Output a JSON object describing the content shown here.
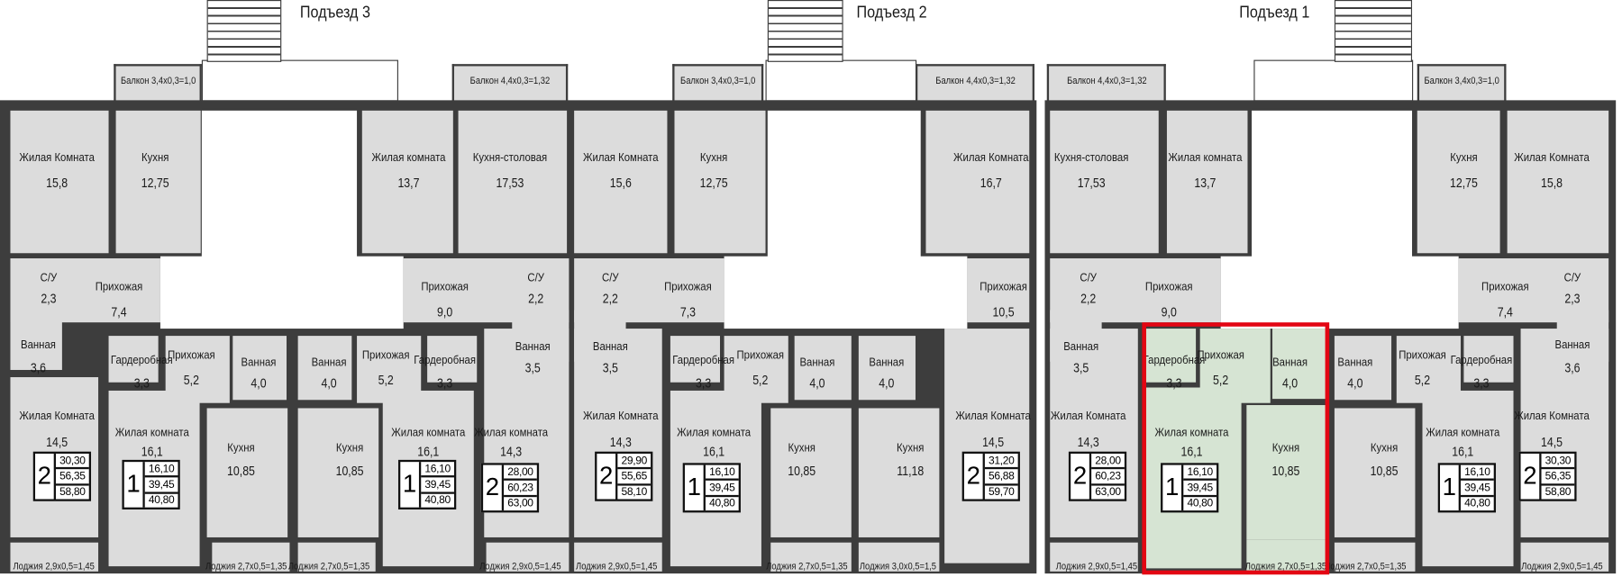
{
  "entrances": [
    "Подъезд 3",
    "Подъезд 2",
    "Подъезд 1"
  ],
  "balconies": [
    "Балкон 3,4x0,3=1,0",
    "Балкон 4,4x0,3=1,32",
    "Балкон 3,4x0,3=1,0",
    "Балкон 4,4x0,3=1,32",
    "Балкон 4,4x0,3=1,32",
    "Балкон 3,4x0,3=1,0"
  ],
  "colors": {
    "walls": "#3d3d3d",
    "room": "#dcdcdc",
    "selected_room": "#d6e4d3",
    "selection_border": "#e30613"
  },
  "selected_apartment": 8,
  "apartments": [
    {
      "rooms": [
        {
          "name": "Жилая Комната",
          "area": "15,8"
        },
        {
          "name": "Кухня",
          "area": "12,75"
        },
        {
          "name": "С/У",
          "area": "2,3"
        },
        {
          "name": "Прихожая",
          "area": "7,4"
        },
        {
          "name": "Ванная",
          "area": "3,6"
        },
        {
          "name": "Жилая Комната",
          "area": "14,5"
        }
      ],
      "badge": {
        "rooms": "2",
        "values": [
          "30,30",
          "56,35",
          "58,80"
        ]
      },
      "loggia": "Лоджия 2,9x0,5=1,45"
    },
    {
      "rooms": [
        {
          "name": "Гардеробная",
          "area": "3,3"
        },
        {
          "name": "Прихожая",
          "area": "5,2"
        },
        {
          "name": "Ванная",
          "area": "4,0"
        },
        {
          "name": "Жилая комната",
          "area": "16,1"
        },
        {
          "name": "Кухня",
          "area": "10,85"
        }
      ],
      "badge": {
        "rooms": "1",
        "values": [
          "16,10",
          "39,45",
          "40,80"
        ]
      },
      "loggia": "Лоджия 2,7x0,5=1,35"
    },
    {
      "rooms": [
        {
          "name": "Ванная",
          "area": "4,0"
        },
        {
          "name": "Кухня",
          "area": "10,85"
        },
        {
          "name": "Прихожая",
          "area": "5,2"
        },
        {
          "name": "Гардеробная",
          "area": "3,3"
        },
        {
          "name": "Жилая комната",
          "area": "16,1"
        }
      ],
      "badge": {
        "rooms": "1",
        "values": [
          "16,10",
          "39,45",
          "40,80"
        ]
      },
      "loggia": "Лоджия 2,7x0,5=1,35"
    },
    {
      "rooms": [
        {
          "name": "Жилая комната",
          "area": "13,7"
        },
        {
          "name": "Кухня-столовая",
          "area": "17,53"
        },
        {
          "name": "Прихожая",
          "area": "9,0"
        },
        {
          "name": "С/У",
          "area": "2,2"
        },
        {
          "name": "Ванная",
          "area": "3,5"
        },
        {
          "name": "Жилая комната",
          "area": "14,3"
        }
      ],
      "badge": {
        "rooms": "2",
        "values": [
          "28,00",
          "60,23",
          "63,00"
        ]
      },
      "loggia": "Лоджия 2,9x0,5=1,45"
    },
    {
      "rooms": [
        {
          "name": "Жилая Комната",
          "area": "15,6"
        },
        {
          "name": "Кухня",
          "area": "12,75"
        },
        {
          "name": "С/У",
          "area": "2,2"
        },
        {
          "name": "Прихожая",
          "area": "7,3"
        },
        {
          "name": "Ванная",
          "area": "3,5"
        },
        {
          "name": "Жилая Комната",
          "area": "14,3"
        }
      ],
      "badge": {
        "rooms": "2",
        "values": [
          "29,90",
          "55,65",
          "58,10"
        ]
      },
      "loggia": "Лоджия 2,9x0,5=1,45"
    },
    {
      "rooms": [
        {
          "name": "Гардеробная",
          "area": "3,3"
        },
        {
          "name": "Прихожая",
          "area": "5,2"
        },
        {
          "name": "Ванная",
          "area": "4,0"
        },
        {
          "name": "Жилая комната",
          "area": "16,1"
        },
        {
          "name": "Кухня",
          "area": "10,85"
        }
      ],
      "badge": {
        "rooms": "1",
        "values": [
          "16,10",
          "39,45",
          "40,80"
        ]
      },
      "loggia": "Лоджия 2,7x0,5=1,35"
    },
    {
      "rooms": [
        {
          "name": "Жилая Комната",
          "area": "16,7"
        },
        {
          "name": "Прихожая",
          "area": "10,5"
        },
        {
          "name": "Ванная",
          "area": "4,0"
        },
        {
          "name": "Кухня",
          "area": "11,18"
        },
        {
          "name": "Жилая Комната",
          "area": "14,5"
        }
      ],
      "badge": {
        "rooms": "2",
        "values": [
          "31,20",
          "56,88",
          "59,70"
        ]
      },
      "loggia": "Лоджия 3,0x0,5=1,5"
    },
    {
      "rooms": [
        {
          "name": "Кухня-столовая",
          "area": "17,53"
        },
        {
          "name": "Жилая комната",
          "area": "13,7"
        },
        {
          "name": "С/У",
          "area": "2,2"
        },
        {
          "name": "Прихожая",
          "area": "9,0"
        },
        {
          "name": "Ванная",
          "area": "3,5"
        },
        {
          "name": "Жилая Комната",
          "area": "14,3"
        }
      ],
      "badge": {
        "rooms": "2",
        "values": [
          "28,00",
          "60,23",
          "63,00"
        ]
      },
      "loggia": "Лоджия 2,9x0,5=1,45"
    },
    {
      "rooms": [
        {
          "name": "Гардеробная",
          "area": "3,3"
        },
        {
          "name": "Прихожая",
          "area": "5,2"
        },
        {
          "name": "Ванная",
          "area": "4,0"
        },
        {
          "name": "Жилая комната",
          "area": "16,1"
        },
        {
          "name": "Кухня",
          "area": "10,85"
        }
      ],
      "badge": {
        "rooms": "1",
        "values": [
          "16,10",
          "39,45",
          "40,80"
        ]
      },
      "loggia": "Лоджия 2,7x0,5=1,35"
    },
    {
      "rooms": [
        {
          "name": "Ванная",
          "area": "4,0"
        },
        {
          "name": "Кухня",
          "area": "10,85"
        },
        {
          "name": "Прихожая",
          "area": "5,2"
        },
        {
          "name": "Гардеробная",
          "area": "3,3"
        },
        {
          "name": "Жилая комната",
          "area": "16,1"
        }
      ],
      "badge": {
        "rooms": "1",
        "values": [
          "16,10",
          "39,45",
          "40,80"
        ]
      },
      "loggia": "Лоджия 2,7x0,5=1,35"
    },
    {
      "rooms": [
        {
          "name": "Кухня",
          "area": "12,75"
        },
        {
          "name": "Жилая Комната",
          "area": "15,8"
        },
        {
          "name": "С/У",
          "area": "2,3"
        },
        {
          "name": "Прихожая",
          "area": "7,4"
        },
        {
          "name": "Ванная",
          "area": "3,6"
        },
        {
          "name": "Жилая Комната",
          "area": "14,5"
        }
      ],
      "badge": {
        "rooms": "2",
        "values": [
          "30,30",
          "56,35",
          "58,80"
        ]
      },
      "loggia": "Лоджия 2,9x0,5=1,45"
    }
  ]
}
